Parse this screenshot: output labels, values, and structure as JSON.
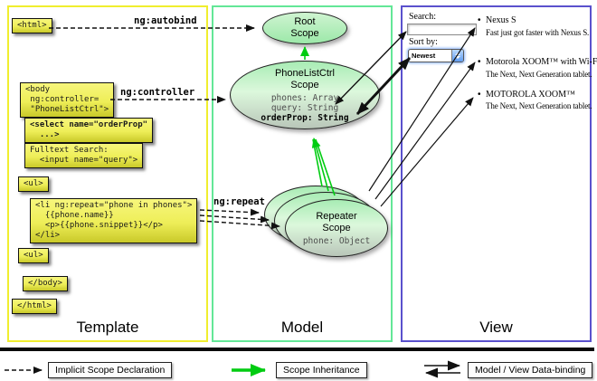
{
  "columns": {
    "template": "Template",
    "model": "Model",
    "view": "View"
  },
  "labels": {
    "ng_autobind": "ng:autobind",
    "ng_controller": "ng:controller",
    "ng_repeat": "ng:repeat"
  },
  "code_boxes": {
    "html_open": "<html>",
    "body_open": "<body\n ng:controller=\n \"PhoneListCtrl\">",
    "select": "<select name=\"orderProp\"\n  ...>",
    "fulltext": "Fulltext Search:\n  <input name=\"query\">",
    "ul_1": "<ul>",
    "li_repeat": "<li ng:repeat=\"phone in phones\">\n  {{phone.name}}\n  <p>{{phone.snippet}}</p>\n</li>",
    "ul_2": "<ul>",
    "body_close": "</body>",
    "html_close": "</html>"
  },
  "scopes": {
    "root": {
      "title": "Root\nScope"
    },
    "phone_list_ctrl": {
      "title": "PhoneListCtrl\nScope",
      "props": "phones: Array\nquery: String",
      "prop_bold": "orderProp: String"
    },
    "repeater": {
      "title": "Repeater\nScope",
      "prop": "phone: Object"
    }
  },
  "view": {
    "search_label": "Search:",
    "search_value": "",
    "sort_label": "Sort by:",
    "sort_value": "Newest",
    "items": [
      {
        "name": "Nexus S",
        "desc": "Fast just got faster with Nexus S."
      },
      {
        "name": "Motorola XOOM™ with Wi-Fi",
        "desc": "The Next, Next Generation tablet."
      },
      {
        "name": "MOTOROLA XOOM™",
        "desc": "The Next, Next Generation tablet."
      }
    ]
  },
  "legend": {
    "implicit": "Implicit Scope Declaration",
    "inheritance": "Scope Inheritance",
    "databinding": "Model / View Data-binding"
  },
  "colors": {
    "template_border": "#f0ee2e",
    "model_border": "#63e797",
    "view_border": "#5a51cd",
    "green_arrow": "#00cc11"
  }
}
